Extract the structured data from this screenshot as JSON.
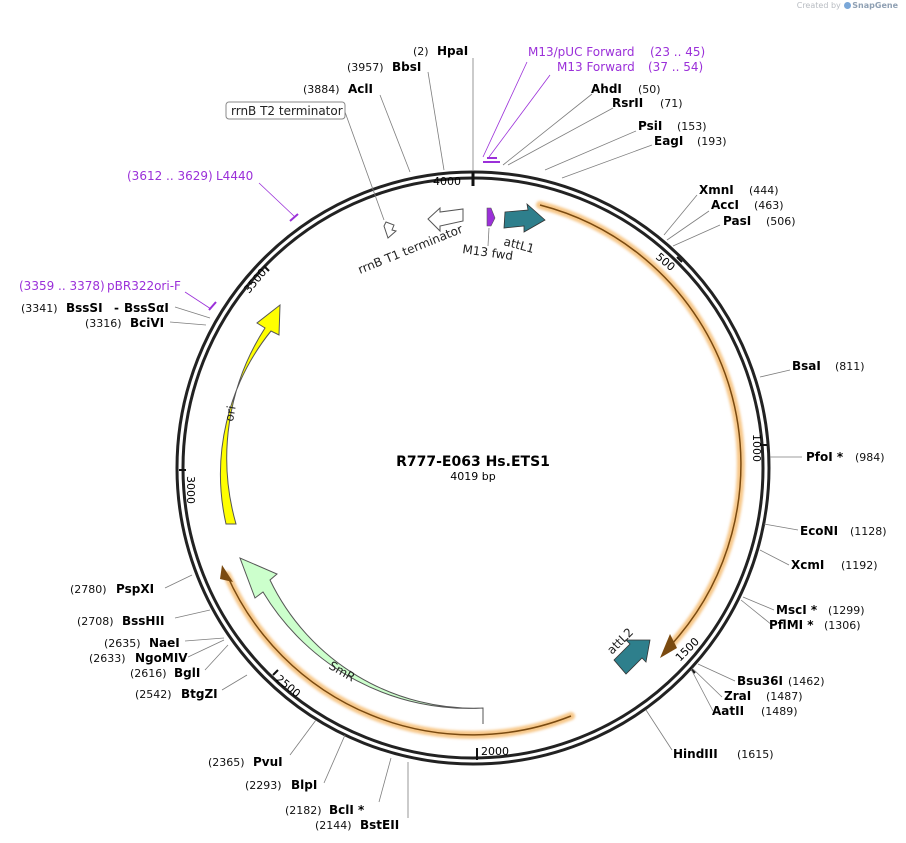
{
  "credit": {
    "created_by": "Created by",
    "brand": "SnapGene"
  },
  "plasmid": {
    "name": "R777-E063 Hs.ETS1",
    "size": "4019 bp"
  },
  "tick_marks": [
    "500",
    "1000",
    "1500",
    "2000",
    "2500",
    "3000",
    "3500",
    "4000"
  ],
  "features": {
    "attL1": "attL1",
    "attL2": "attL2",
    "M13fwd": "M13 fwd",
    "rrnB_T1": "rrnB T1 terminator",
    "rrnB_T2": "rrnB T2 terminator",
    "ori": "ori",
    "SmR": "SmR"
  },
  "enzymes": [
    {
      "name": "HpaI",
      "pos": "(2)"
    },
    {
      "name": "BbsI",
      "pos": "(3957)"
    },
    {
      "name": "AclI",
      "pos": "(3884)"
    },
    {
      "name": "AhdI",
      "pos": "(50)"
    },
    {
      "name": "RsrII",
      "pos": "(71)"
    },
    {
      "name": "PsiI",
      "pos": "(153)"
    },
    {
      "name": "EagI",
      "pos": "(193)"
    },
    {
      "name": "XmnI",
      "pos": "(444)"
    },
    {
      "name": "AccI",
      "pos": "(463)"
    },
    {
      "name": "PasI",
      "pos": "(506)"
    },
    {
      "name": "BsaI",
      "pos": "(811)"
    },
    {
      "name": "PfoI *",
      "pos": "(984)"
    },
    {
      "name": "EcoNI",
      "pos": "(1128)"
    },
    {
      "name": "XcmI",
      "pos": "(1192)"
    },
    {
      "name": "MscI *",
      "pos": "(1299)"
    },
    {
      "name": "PflMI *",
      "pos": "(1306)"
    },
    {
      "name": "Bsu36I",
      "pos": "(1462)"
    },
    {
      "name": "ZraI",
      "pos": "(1487)"
    },
    {
      "name": "AatII",
      "pos": "(1489)"
    },
    {
      "name": "HindIII",
      "pos": "(1615)"
    },
    {
      "name": "BstEII",
      "pos": "(2144)"
    },
    {
      "name": "BclI *",
      "pos": "(2182)"
    },
    {
      "name": "BlpI",
      "pos": "(2293)"
    },
    {
      "name": "PvuI",
      "pos": "(2365)"
    },
    {
      "name": "BtgZI",
      "pos": "(2542)"
    },
    {
      "name": "BglI",
      "pos": "(2616)"
    },
    {
      "name": "NgoMIV",
      "pos": "(2633)"
    },
    {
      "name": "NaeI",
      "pos": "(2635)"
    },
    {
      "name": "BssHII",
      "pos": "(2708)"
    },
    {
      "name": "PspXI",
      "pos": "(2780)"
    },
    {
      "name": "BciVI",
      "pos": "(3316)"
    },
    {
      "name": "BssSI",
      "pos": "(3341)",
      "alt": "BssSαI",
      "sep": "-"
    }
  ],
  "primers": [
    {
      "name": "M13/pUC Forward",
      "range": "(23 .. 45)"
    },
    {
      "name": "M13 Forward",
      "range": "(37 .. 54)"
    },
    {
      "name": "L4440",
      "range": "(3612 .. 3629)"
    },
    {
      "name": "pBR322ori-F",
      "range": "(3359 .. 3378)"
    }
  ],
  "colors": {
    "backbone": "#222222",
    "att": "#2e7f8c",
    "primer": "#9b30d9",
    "ori": "#ffff00",
    "smr": "#ccffcc",
    "orf_fill": "#f7c88a",
    "orf_line": "#7a4a10"
  }
}
